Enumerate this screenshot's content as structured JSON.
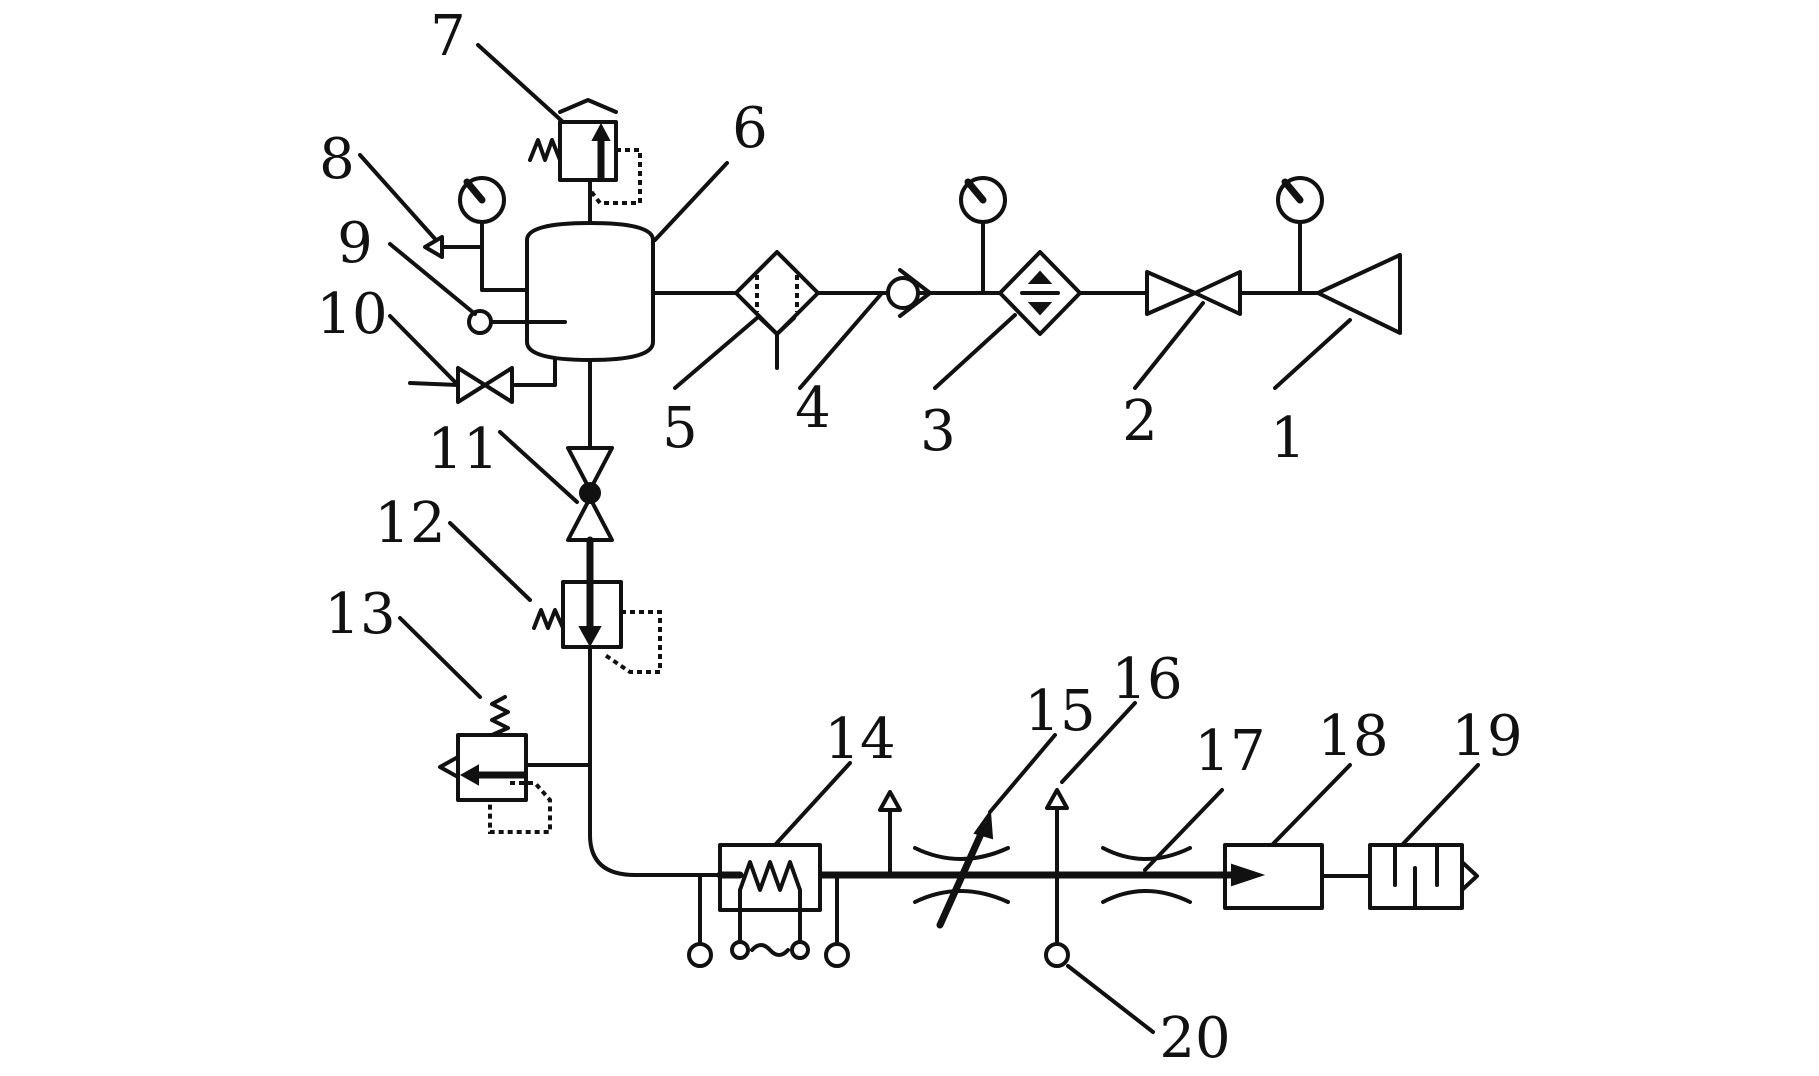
{
  "labels": {
    "l1": "1",
    "l2": "2",
    "l3": "3",
    "l4": "4",
    "l5": "5",
    "l6": "6",
    "l7": "7",
    "l8": "8",
    "l9": "9",
    "l10": "10",
    "l11": "11",
    "l12": "12",
    "l13": "13",
    "l14": "14",
    "l15": "15",
    "l16": "16",
    "l17": "17",
    "l18": "18",
    "l19": "19",
    "l20": "20"
  },
  "colors": {
    "stroke": "#111111",
    "background": "#ffffff"
  }
}
